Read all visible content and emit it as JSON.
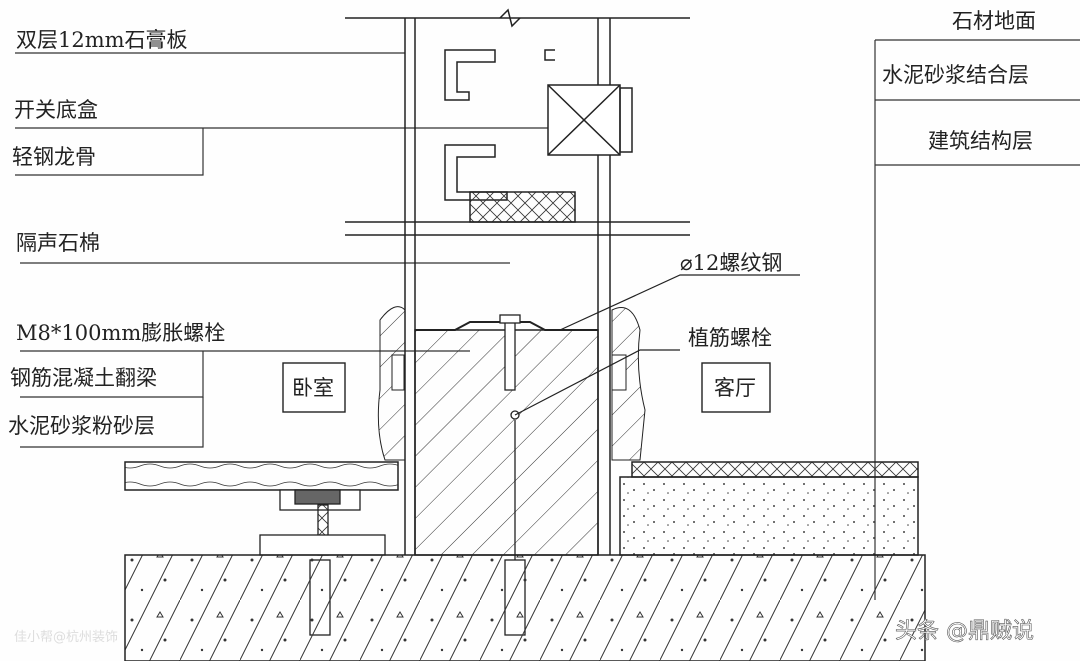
{
  "title": "轻钢龙骨隔墙与翻梁节点详图",
  "left_labels": [
    "双层12mm石膏板",
    "开关底盒",
    "轻钢龙骨",
    "隔声石棉",
    "M8*100mm膨胀螺栓",
    "钢筋混凝土翻梁",
    "水泥砂浆粉砂层"
  ],
  "right_labels": [
    "石材地面",
    "水泥砂浆结合层",
    "建筑结构层"
  ],
  "center_labels": {
    "rebar": "⌀12螺纹钢",
    "anchor": "植筋螺栓"
  },
  "rooms": {
    "bedroom": "卧室",
    "living": "客厅"
  },
  "watermarks": {
    "main": "头条 @鼎贼说",
    "faint": "佳小帮@杭州装饰"
  }
}
